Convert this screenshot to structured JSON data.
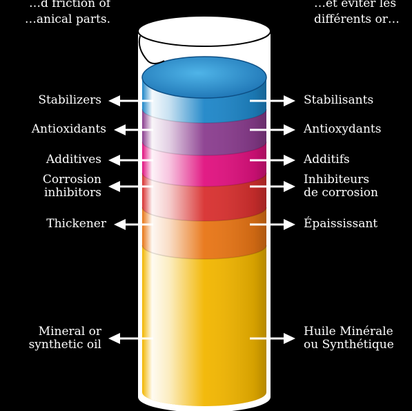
{
  "intro": {
    "left_lines": [
      "…d friction of",
      "…anical parts."
    ],
    "right_lines": [
      "…et éviter les",
      "différents or…"
    ]
  },
  "labels_en": {
    "stabilizers": "Stabilizers",
    "antioxidants": "Antioxidants",
    "additives": "Additives",
    "corrosion_line1": "Corrosion",
    "corrosion_line2": "inhibitors",
    "thickener": "Thickener",
    "oil_line1": "Mineral or",
    "oil_line2": "synthetic oil"
  },
  "labels_fr": {
    "stabilisants": "Stabilisants",
    "antioxydants": "Antioxydants",
    "additifs": "Additifs",
    "corrosion_line1": "Inhibiteurs",
    "corrosion_line2": "de corrosion",
    "epaississant": "Épaississant",
    "oil_line1": "Huile Minérale",
    "oil_line2": "ou Synthétique"
  },
  "colors": {
    "background": "#000000",
    "stabilizers": "#1e86c8",
    "antioxidants": "#8a3c8e",
    "additives": "#e0117f",
    "corrosion": "#d8302f",
    "thickener": "#e87515",
    "oil": "#f2b600",
    "top_surface": "#2a9ad9"
  }
}
